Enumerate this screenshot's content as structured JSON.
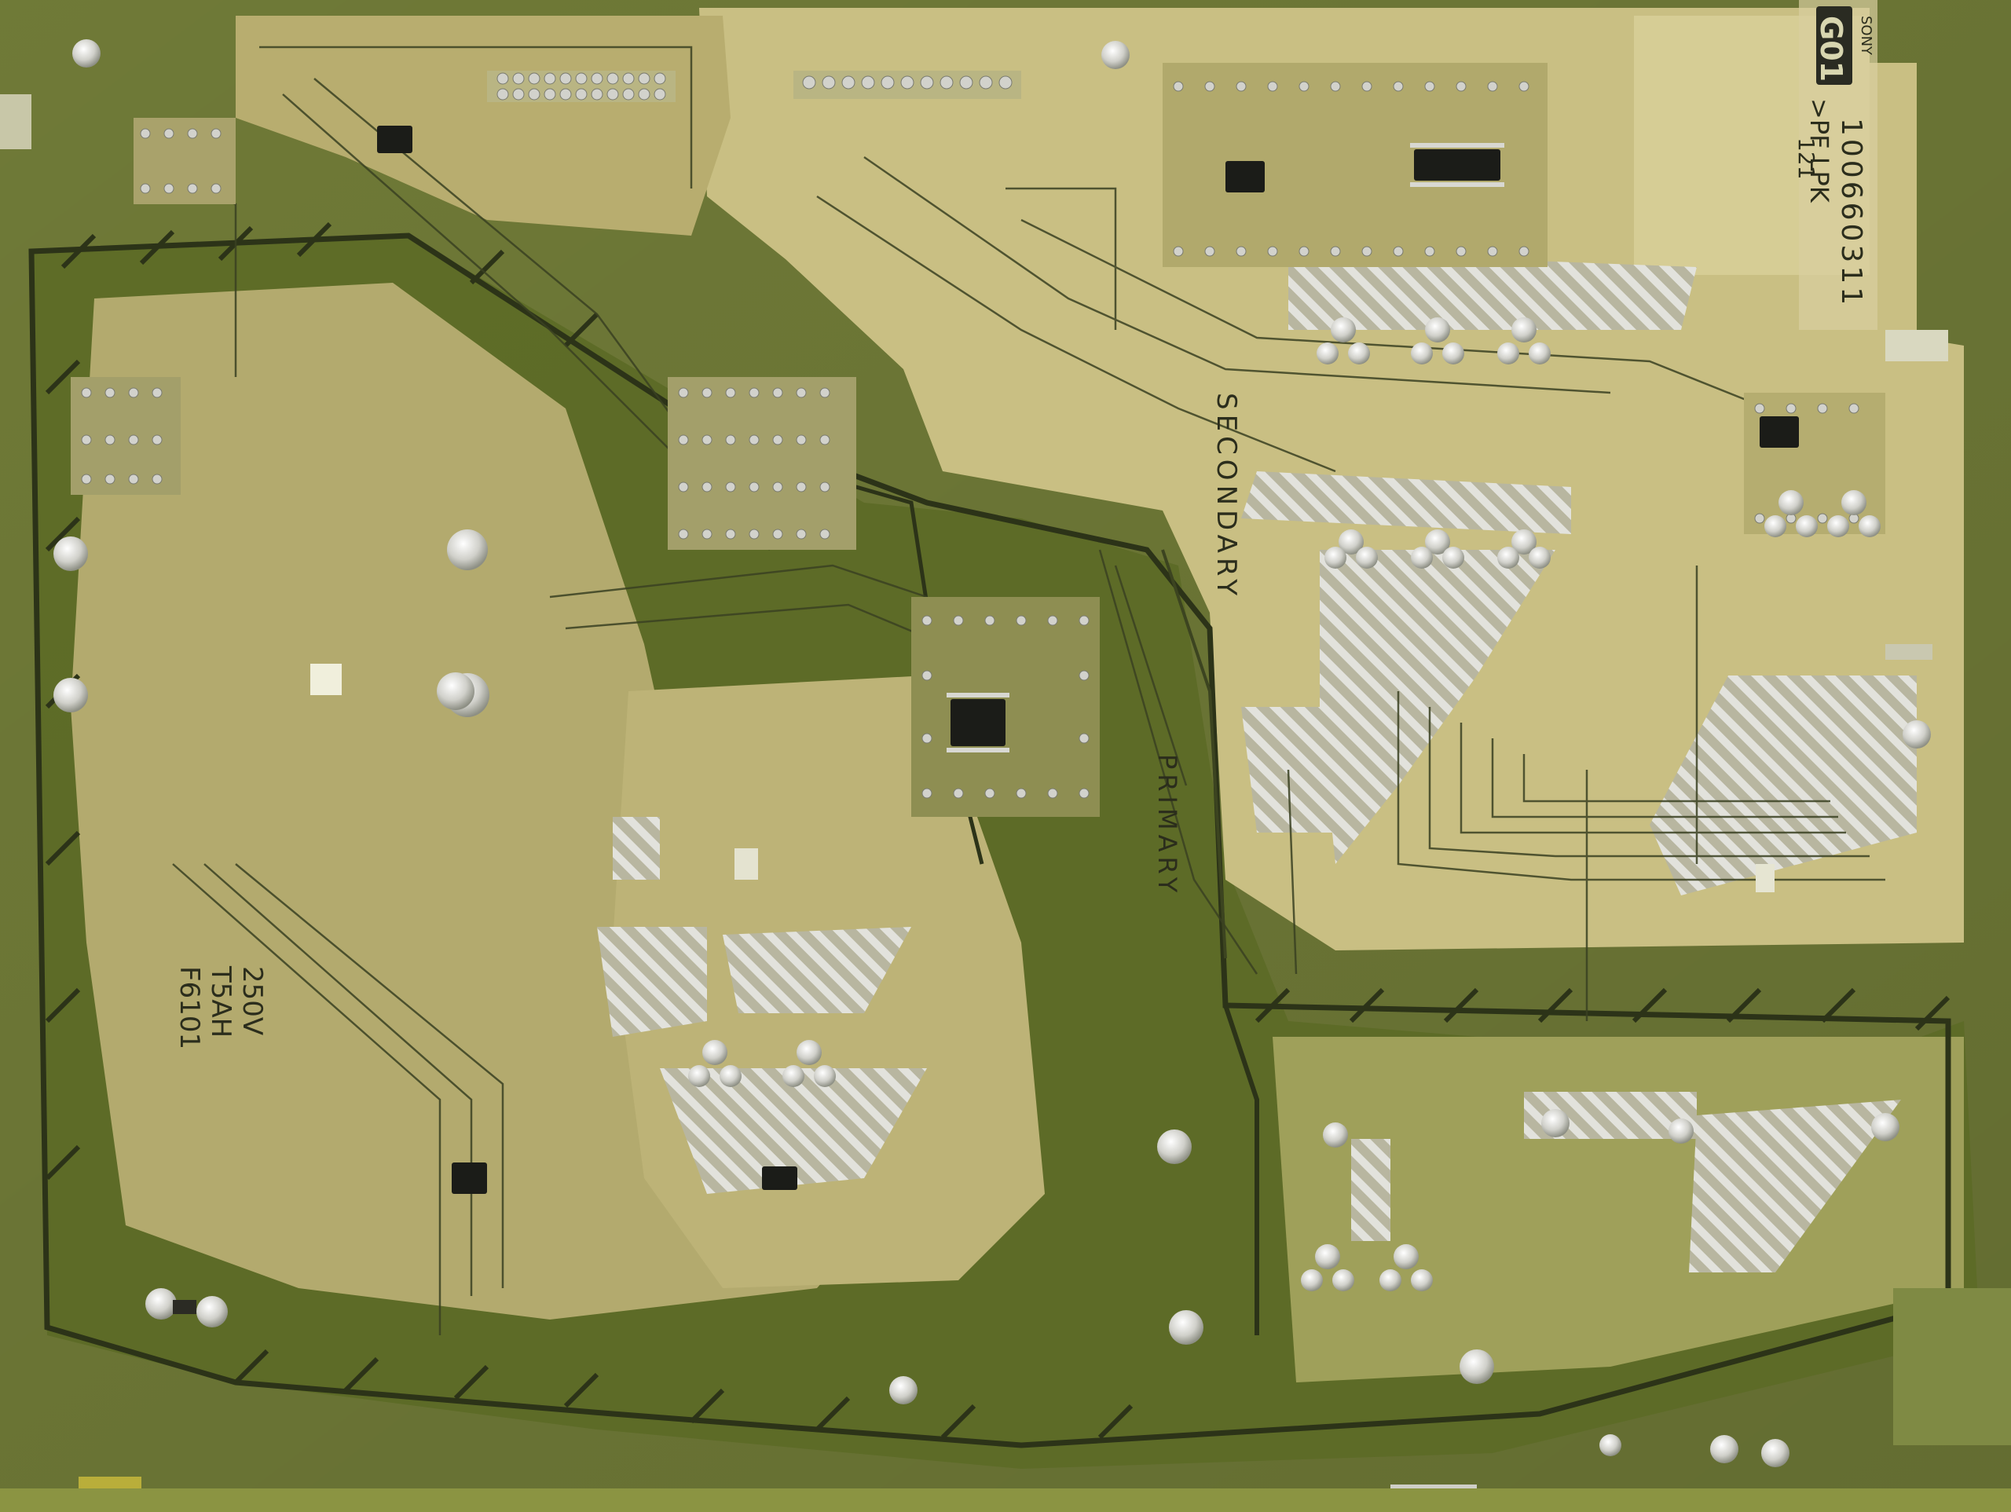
{
  "board": {
    "brand": "SONY",
    "model_code": "1-006-603-11",
    "model_code_display": "100660311",
    "board_id": "G01",
    "pcb_code": ">PF LPK",
    "lot_mark": "121",
    "area_labels": {
      "secondary": "SECONDARY",
      "primary": "PRIMARY"
    },
    "fuse": {
      "ref": "F6101",
      "rating": "T5AH",
      "voltage": "250V"
    }
  },
  "colors": {
    "substrate": "#6f7a36",
    "substrate_dark": "#4f5a24",
    "copper_gold": "#c9bf83",
    "copper_light": "#ddd5a0",
    "solder_silver": "#d9d9d4",
    "trace_dark": "#2c3318"
  }
}
